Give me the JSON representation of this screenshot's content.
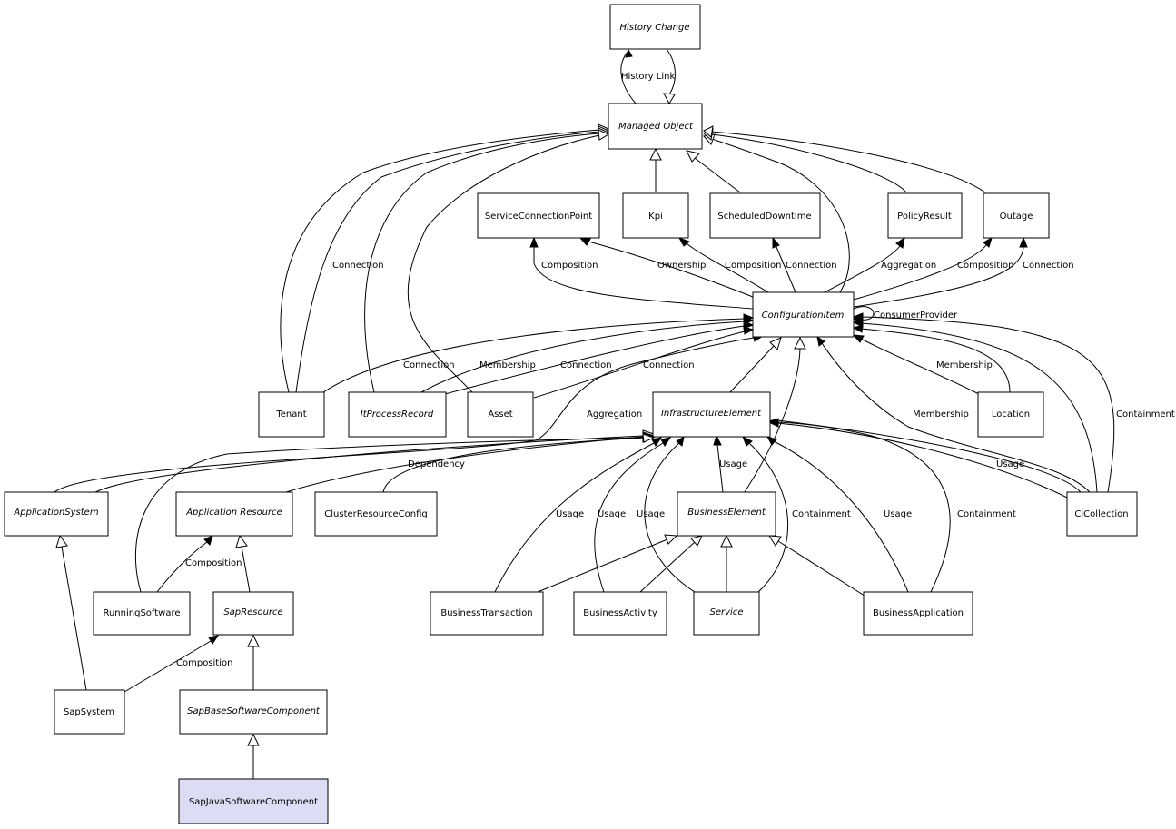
{
  "nodes": {
    "history_change": {
      "label": "History Change",
      "abstract": true
    },
    "managed_object": {
      "label": "Managed Object",
      "abstract": true
    },
    "service_connection_point": {
      "label": "ServiceConnectionPoint"
    },
    "kpi": {
      "label": "Kpi"
    },
    "scheduled_downtime": {
      "label": "ScheduledDowntime"
    },
    "policy_result": {
      "label": "PolicyResult"
    },
    "outage": {
      "label": "Outage"
    },
    "configuration_item": {
      "label": "ConfigurationItem",
      "abstract": true
    },
    "tenant": {
      "label": "Tenant"
    },
    "it_process_record": {
      "label": "ItProcessRecord",
      "abstract": true
    },
    "asset": {
      "label": "Asset"
    },
    "infrastructure_element": {
      "label": "InfrastructureElement",
      "abstract": true
    },
    "location": {
      "label": "Location"
    },
    "application_system": {
      "label": "ApplicationSystem",
      "abstract": true
    },
    "application_resource": {
      "label": "Application Resource",
      "abstract": true
    },
    "cluster_resource_config": {
      "label": "ClusterResourceConfig"
    },
    "business_element": {
      "label": "BusinessElement",
      "abstract": true
    },
    "ci_collection": {
      "label": "CiCollection"
    },
    "running_software": {
      "label": "RunningSoftware"
    },
    "sap_resource": {
      "label": "SapResource",
      "abstract": true
    },
    "business_transaction": {
      "label": "BusinessTransaction"
    },
    "business_activity": {
      "label": "BusinessActivity"
    },
    "service": {
      "label": "Service",
      "abstract": true
    },
    "business_application": {
      "label": "BusinessApplication"
    },
    "sap_system": {
      "label": "SapSystem"
    },
    "sap_base_software_component": {
      "label": "SapBaseSoftwareComponent",
      "abstract": true
    },
    "sap_java_software_component": {
      "label": "SapJavaSoftwareComponent",
      "highlight": true
    }
  },
  "edge_labels": {
    "history_link": "History Link",
    "tenant_connection": "Connection",
    "ci_scp_composition": "Composition",
    "ci_scp_ownership": "Ownership",
    "ci_kpi_composition": "Composition",
    "ci_sd_connection": "Connection",
    "ci_policy_aggregation": "Aggregation",
    "ci_outage_composition": "Composition",
    "ci_outage_connection": "Connection",
    "ci_self_consumer_provider": "ConsumerProvider",
    "tenant_ci_connection": "Connection",
    "ipr_ci_membership": "Membership",
    "ipr_ci_connection": "Connection",
    "asset_ci_connection": "Connection",
    "appsys_ci_aggregation": "Aggregation",
    "location_ci_membership": "Membership",
    "cicoll_ci_membership": "Membership",
    "cicoll_ci_containment": "Containment",
    "cluster_ie_dependency": "Dependency",
    "be_ie_usage": "Usage",
    "cicoll_ie_usage": "Usage",
    "bt_ie_usage": "Usage",
    "ba_ie_usage": "Usage",
    "svc_ie_usage": "Usage",
    "svc_ie_containment": "Containment",
    "bapp_ie_usage": "Usage",
    "bapp_ie_containment": "Containment",
    "rs_ar_composition": "Composition",
    "sapsys_sapres_composition": "Composition"
  }
}
